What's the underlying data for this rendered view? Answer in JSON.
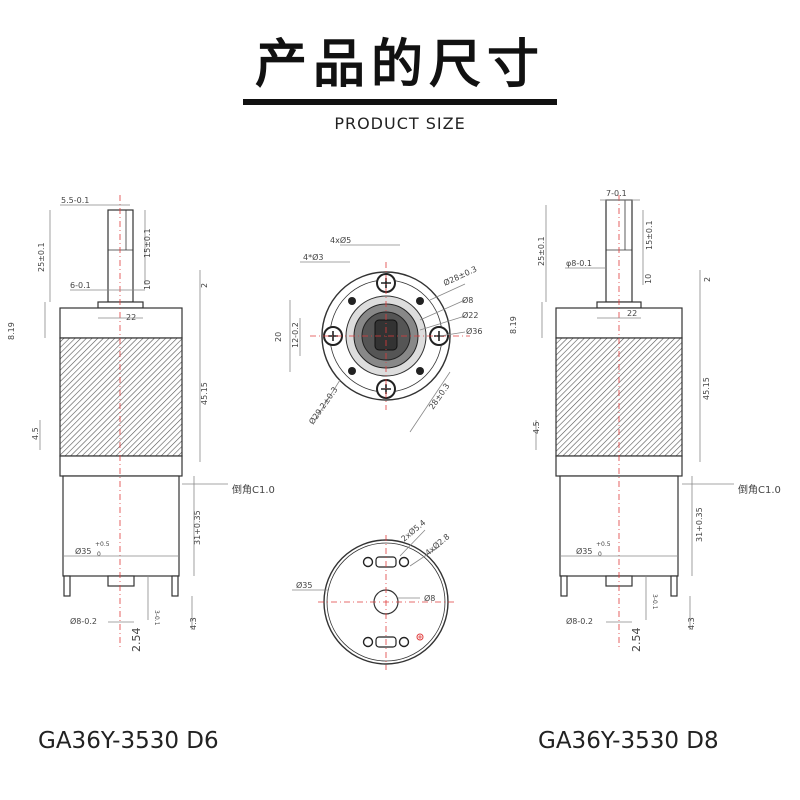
{
  "header": {
    "title": "产品的尺寸",
    "subtitle": "PRODUCT SIZE"
  },
  "colors": {
    "center_line": "#e03c3c",
    "outline": "#333333",
    "dimension": "#888888"
  },
  "left_view": {
    "model": "GA36Y-3530 D6",
    "labels": {
      "shaft_flat": "5.5-0.1",
      "shaft_length": "25±0.1",
      "flat_length": "15±0.1",
      "shaft_dia": "6-0.1",
      "gap": "10",
      "boss_h": "2",
      "boss_dia": "22",
      "head_h": "8.19",
      "gear_len": "45.15",
      "side": "4.5",
      "chamfer": "倒角C1.0",
      "motor_len": "31+0.35",
      "motor_dia": "Ø35",
      "motor_dia_tol": "+0.5",
      "motor_dia_tol2": "0",
      "tab_w": "3-0.1",
      "end_boss": "Ø8-0.2",
      "pin_pitch": "2.54",
      "pin_len": "4.3"
    }
  },
  "right_view": {
    "model": "GA36Y-3530 D8",
    "labels": {
      "shaft_flat": "7-0.1",
      "shaft_length": "25±0.1",
      "flat_length": "15±0.1",
      "shaft_dia": "φ8-0.1",
      "gap": "10",
      "boss_h": "2",
      "boss_dia": "22",
      "head_h": "8.19",
      "gear_len": "45.15",
      "side": "4.5",
      "chamfer": "倒角C1.0",
      "motor_len": "31+0.35",
      "motor_dia": "Ø35",
      "motor_dia_tol": "+0.5",
      "motor_dia_tol2": "0",
      "tab_w": "3-0.1",
      "end_boss": "Ø8-0.2",
      "pin_pitch": "2.54",
      "pin_len": "4.3"
    }
  },
  "front_view": {
    "labels": {
      "hole_spacing": "4xØ5",
      "screw_holes": "4*Ø3",
      "pcd_out": "Ø28±0.3",
      "center": "Ø8",
      "boss": "Ø22",
      "outer": "Ø36",
      "height": "20",
      "slot": "12-0.2",
      "pcd": "Ø29.2±0.3",
      "pcd2": "28±0.3"
    }
  },
  "rear_view": {
    "labels": {
      "holes_a": "2xØ5.4",
      "holes_b": "4xØ2.8",
      "outer": "Ø35",
      "center": "Ø8"
    }
  }
}
